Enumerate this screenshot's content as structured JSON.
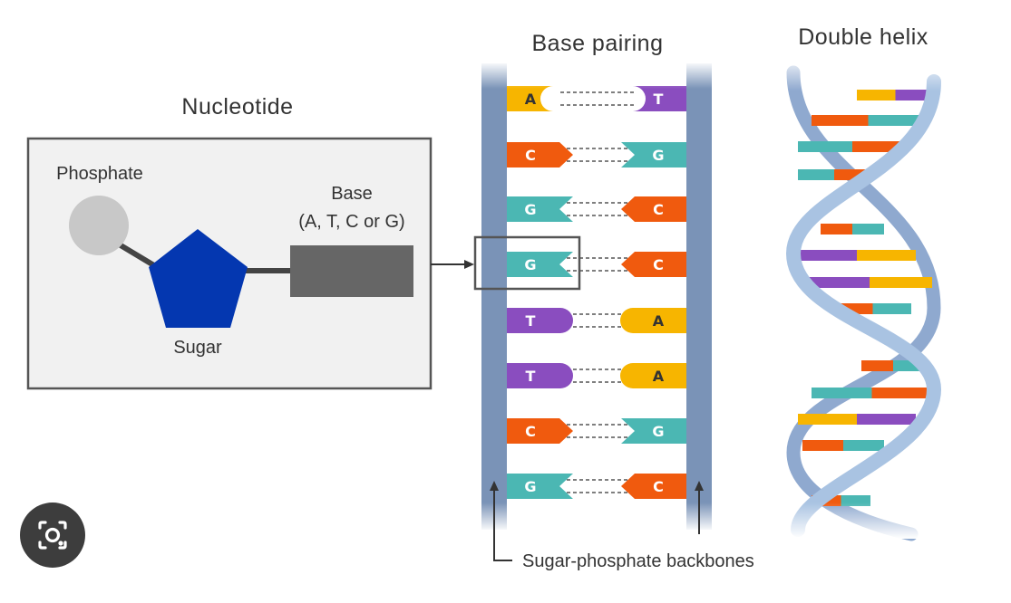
{
  "titles": {
    "nucleotide": "Nucleotide",
    "base_pairing": "Base pairing",
    "double_helix": "Double helix"
  },
  "nucleotide": {
    "phosphate_label": "Phosphate",
    "sugar_label": "Sugar",
    "base_label_line1": "Base",
    "base_label_line2": "(A, T, C or G)"
  },
  "backbone_label": "Sugar-phosphate backbones",
  "pairs": [
    {
      "left": "A",
      "right": "T"
    },
    {
      "left": "C",
      "right": "G"
    },
    {
      "left": "G",
      "right": "C"
    },
    {
      "left": "G",
      "right": "C"
    },
    {
      "left": "T",
      "right": "A"
    },
    {
      "left": "T",
      "right": "A"
    },
    {
      "left": "C",
      "right": "G"
    },
    {
      "left": "G",
      "right": "C"
    }
  ],
  "colors": {
    "A": "#f7b500",
    "T": "#8a4dbf",
    "C": "#f05a0e",
    "G": "#4bb7b3",
    "backbone": "#7a93b7",
    "sugar": "#0437b0",
    "phosphate": "#c8c8c8",
    "base_block": "#666666",
    "helix": "#a9c3e2"
  },
  "icons": {
    "lens": "camera-search-icon"
  }
}
